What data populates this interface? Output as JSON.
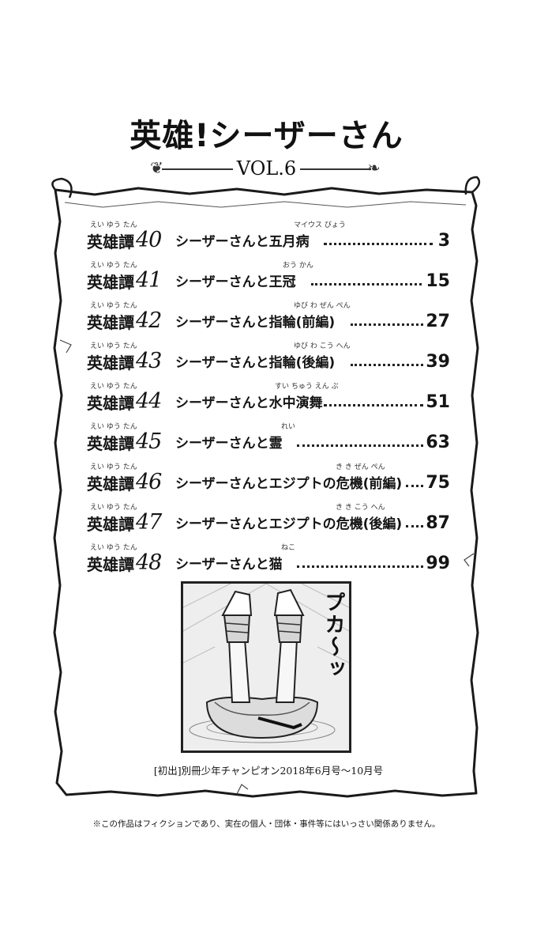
{
  "header": {
    "series_title": "英雄!シーザーさん",
    "volume_label": "VOL.6"
  },
  "toc": [
    {
      "prefix": "英雄譚",
      "prefix_ruby": "えい ゆう たん",
      "number": "40",
      "title": "シーザーさんと五月病",
      "title_ruby": "マイウス びょう",
      "page": "3"
    },
    {
      "prefix": "英雄譚",
      "prefix_ruby": "えい ゆう たん",
      "number": "41",
      "title": "シーザーさんと王冠",
      "title_ruby": "おう かん",
      "page": "15"
    },
    {
      "prefix": "英雄譚",
      "prefix_ruby": "えい ゆう たん",
      "number": "42",
      "title": "シーザーさんと指輪(前編)",
      "title_ruby": "ゆび わ ぜん ぺん",
      "page": "27"
    },
    {
      "prefix": "英雄譚",
      "prefix_ruby": "えい ゆう たん",
      "number": "43",
      "title": "シーザーさんと指輪(後編)",
      "title_ruby": "ゆび わ こう へん",
      "page": "39"
    },
    {
      "prefix": "英雄譚",
      "prefix_ruby": "えい ゆう たん",
      "number": "44",
      "title": "シーザーさんと水中演舞",
      "title_ruby": "すい ちゅう えん ぶ",
      "page": "51"
    },
    {
      "prefix": "英雄譚",
      "prefix_ruby": "えい ゆう たん",
      "number": "45",
      "title": "シーザーさんと霊",
      "title_ruby": "れい",
      "page": "63"
    },
    {
      "prefix": "英雄譚",
      "prefix_ruby": "えい ゆう たん",
      "number": "46",
      "title": "シーザーさんとエジプトの危機(前編)",
      "title_ruby": "き き ぜん ぺん",
      "page": "75"
    },
    {
      "prefix": "英雄譚",
      "prefix_ruby": "えい ゆう たん",
      "number": "47",
      "title": "シーザーさんとエジプトの危機(後編)",
      "title_ruby": "き き こう へん",
      "page": "87"
    },
    {
      "prefix": "英雄譚",
      "prefix_ruby": "えい ゆう たん",
      "number": "48",
      "title": "シーザーさんと猫",
      "title_ruby": "ねこ",
      "page": "99"
    }
  ],
  "illustration": {
    "sfx_text": "プカ〜ッ"
  },
  "first_publication": "[初出]別冊少年チャンピオン2018年6月号〜10月号",
  "disclaimer": "※この作品はフィクションであり、実在の個人・団体・事件等にはいっさい関係ありません。",
  "colors": {
    "ink": "#151515",
    "paper": "#ffffff"
  }
}
